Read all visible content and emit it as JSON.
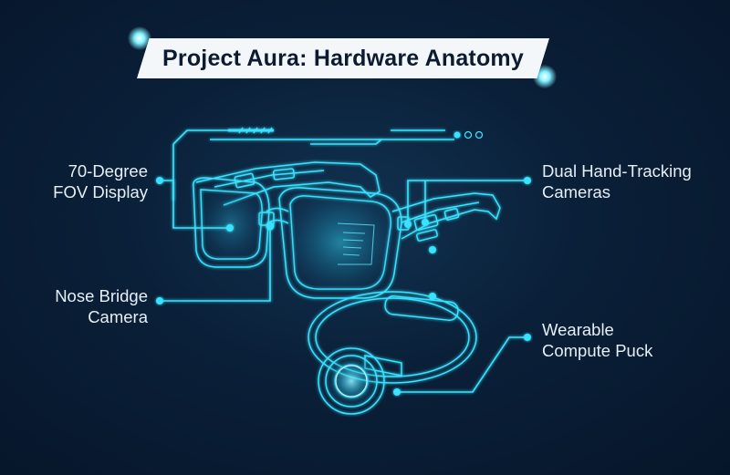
{
  "title": "Project Aura: Hardware Anatomy",
  "labels": {
    "fov_display": {
      "line1": "70-Degree",
      "line2": "FOV Display"
    },
    "nose_camera": {
      "line1": "Nose Bridge",
      "line2": "Camera"
    },
    "hand_tracking": {
      "line1": "Dual Hand-Tracking",
      "line2": "Cameras"
    },
    "compute_puck": {
      "line1": "Wearable",
      "line2": "Compute Puck"
    }
  },
  "colors": {
    "background": "#0a1f38",
    "accent": "#37e3ff",
    "banner": "#f4f7fa",
    "title_text": "#0c1b30",
    "label_text": "#e6eef6"
  }
}
